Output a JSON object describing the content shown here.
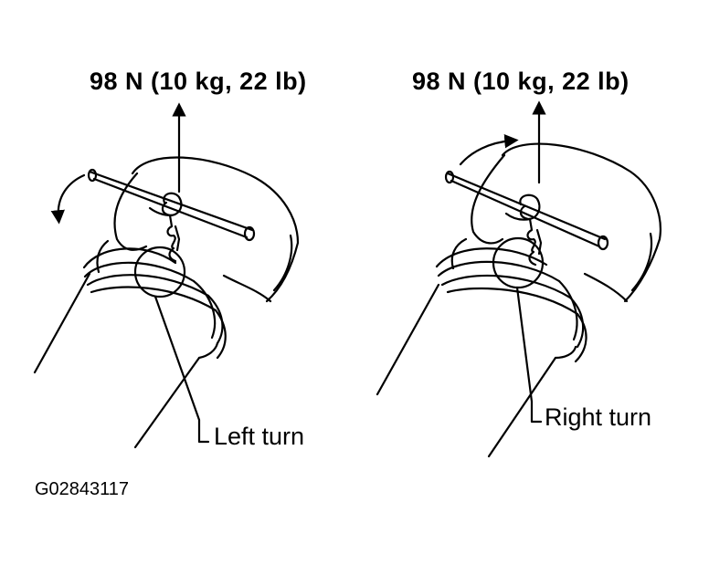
{
  "labels": {
    "left_force": "98 N (10 kg, 22 lb)",
    "right_force": "98 N (10 kg, 22 lb)",
    "left_callout": "Left turn",
    "right_callout": "Right turn",
    "figure_code": "G02843117"
  },
  "colors": {
    "ink": "#000000",
    "paper": "#ffffff"
  }
}
